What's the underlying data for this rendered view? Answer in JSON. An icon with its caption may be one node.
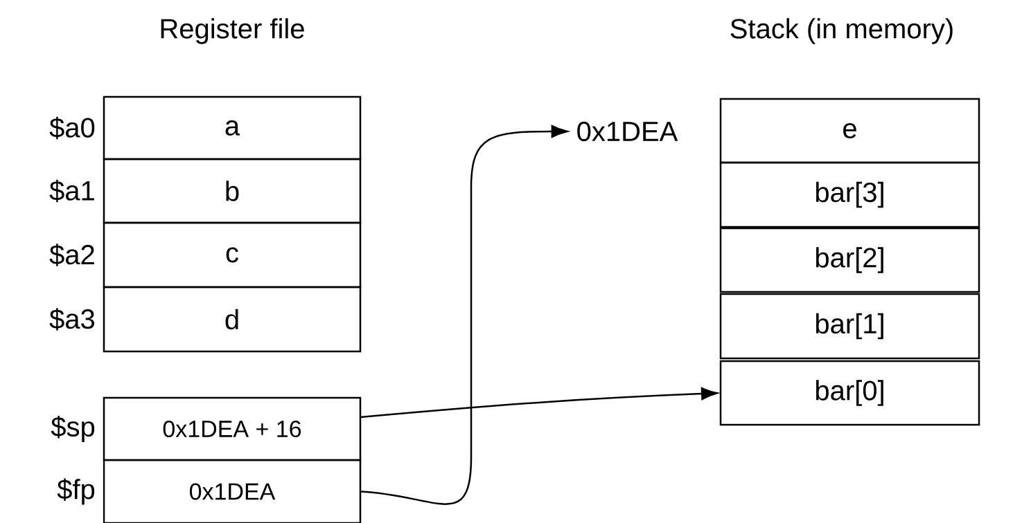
{
  "diagram": {
    "nodes": [
      {
        "text": [
          "a"
        ],
        "beside": [
          "$a0"
        ]
      },
      {
        "text": [
          "b"
        ],
        "beside": [
          "$a1"
        ]
      },
      {
        "text": [
          "c"
        ],
        "beside": [
          "$a2"
        ]
      },
      {
        "text": [
          "d"
        ],
        "beside": [
          "$a3"
        ]
      },
      {
        "text": [
          "0x1DEA + 16"
        ],
        "beside": [
          "$sp"
        ]
      },
      {
        "text": [
          "0x1DEA"
        ],
        "beside": [
          "$fp"
        ]
      },
      {
        "text": [
          "0x1DEA"
        ]
      },
      {
        "text": [
          "e"
        ]
      },
      {
        "text": [
          "bar[3]"
        ]
      },
      {
        "text": [
          "bar[2]"
        ]
      },
      {
        "text": [
          "bar[1]"
        ]
      },
      {
        "text": [
          "bar[0]"
        ]
      }
    ],
    "edges": [
      {
        "from": 4,
        "to": 11,
        "arrow": "to"
      },
      {
        "from": 5,
        "to": 6,
        "arrow": "to"
      }
    ],
    "labels": [
      "Register file",
      "Stack (in memory)"
    ]
  }
}
